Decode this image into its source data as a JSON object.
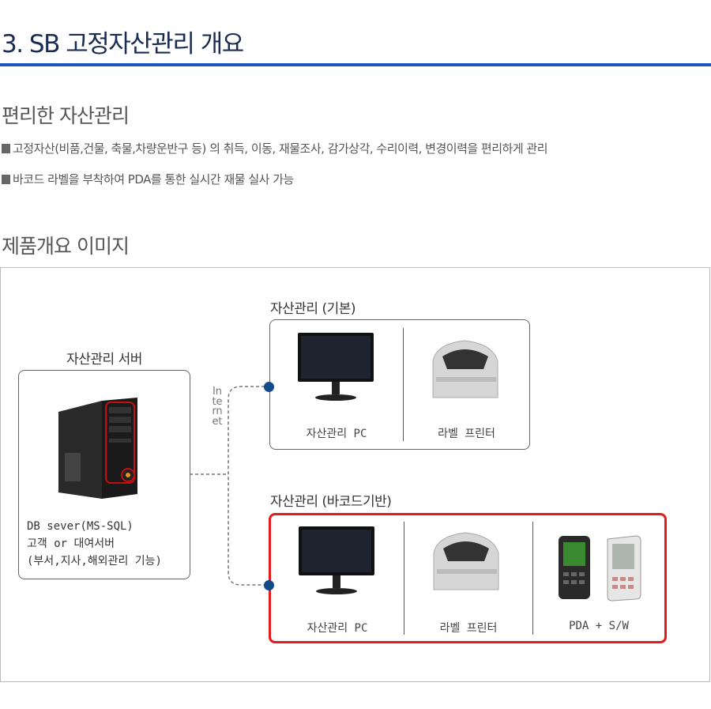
{
  "header": {
    "title": "3. SB 고정자산관리 개요"
  },
  "feature": {
    "heading": "편리한 자산관리",
    "bullets": [
      "고정자산(비품,건물, 축물,차량운반구 등) 의 취득, 이동, 재물조사, 감가상각, 수리이력, 변경이력을 편리하게 관리",
      "바코드 라벨을 부착하여 PDA를 통한 실시간 재물 실사 가능"
    ]
  },
  "overview": {
    "heading": "제품개요 이미지"
  },
  "diagram": {
    "server": {
      "label": "자산관리 서버",
      "lines": [
        "DB sever(MS-SQL)",
        "고객 or 대여서버",
        "(부서,지사,해외관리 기능)"
      ]
    },
    "network_label": "Internet",
    "basic": {
      "label": "자산관리 (기본)",
      "items": [
        "자산관리 PC",
        "라벨 프린터"
      ]
    },
    "barcode": {
      "label": "자산관리 (바코드기반)",
      "items": [
        "자산관리 PC",
        "라벨 프린터",
        "PDA + S/W"
      ]
    },
    "colors": {
      "accent": "#1a56c0",
      "highlight": "#e41b1b",
      "dot": "#124a8c"
    }
  }
}
